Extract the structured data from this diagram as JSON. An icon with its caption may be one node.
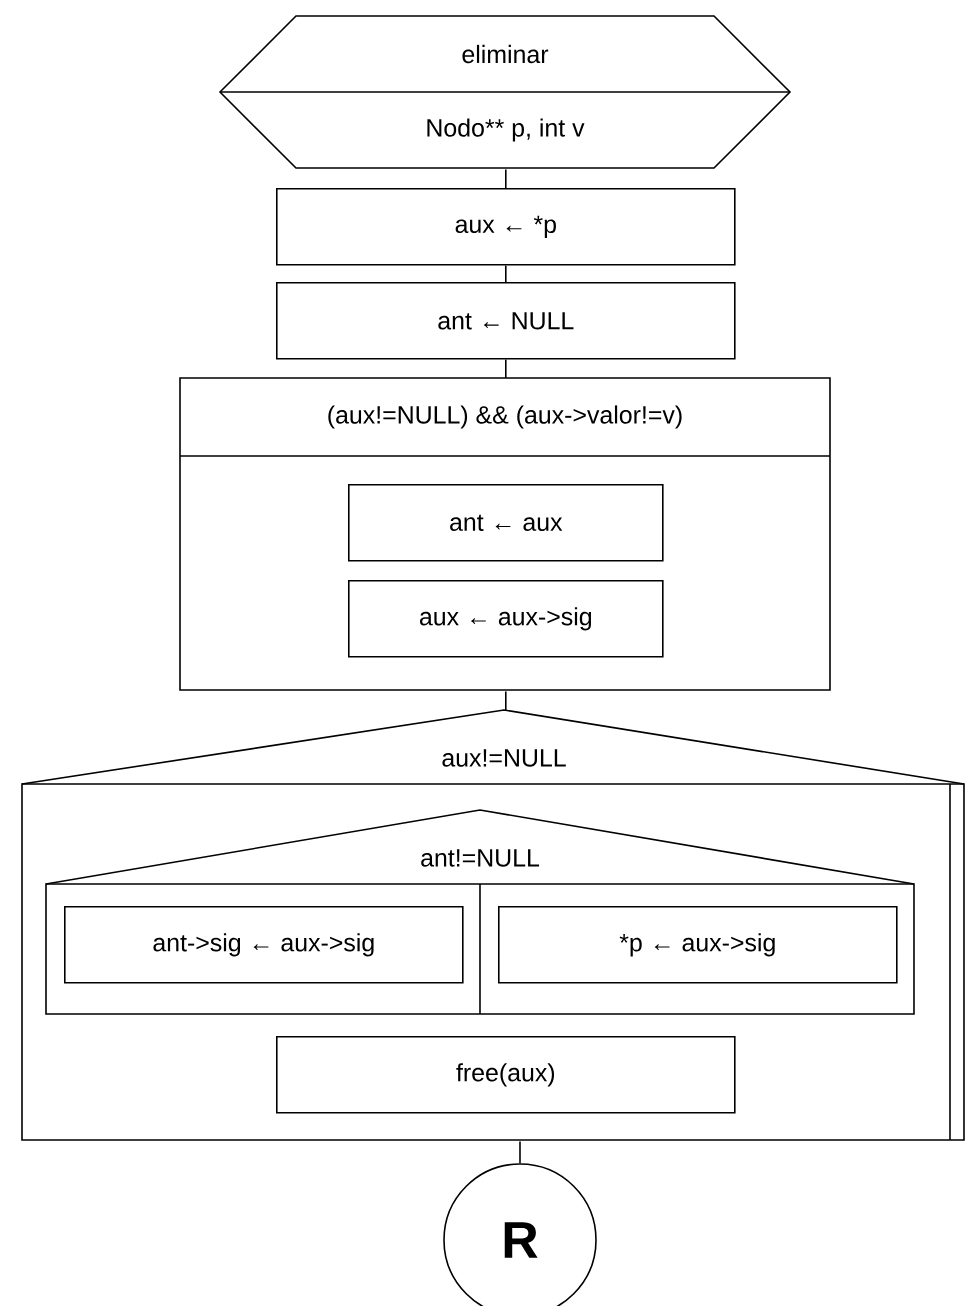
{
  "diagram": {
    "nodes": [
      {
        "text": [
          "eliminar",
          "Nodo** p, int v"
        ]
      },
      {
        "text": [
          "aux ← *p"
        ]
      },
      {
        "text": [
          "ant ← NULL"
        ]
      },
      {
        "text": [
          "(aux!=NULL) && (aux->valor!=v)"
        ]
      },
      {
        "text": [
          "ant ← aux"
        ],
        "in": 3
      },
      {
        "text": [
          "aux ← aux->sig"
        ],
        "in": 3
      },
      {
        "text": [
          "aux!=NULL"
        ]
      },
      {
        "text": [
          "ant!=NULL"
        ],
        "in": 6
      },
      {
        "text": [
          "ant->sig ← aux->sig"
        ],
        "in": 7
      },
      {
        "text": [
          "*p ← aux->sig"
        ],
        "in": 7
      },
      {
        "text": [
          "free(aux)"
        ],
        "in": 6
      },
      {
        "text": [
          "R"
        ]
      }
    ],
    "edges": [
      {
        "from": 0,
        "to": 1,
        "arrow": "none"
      },
      {
        "from": 1,
        "to": 2,
        "arrow": "none"
      },
      {
        "from": 2,
        "to": 3,
        "arrow": "none"
      },
      {
        "from": 3,
        "to": 6,
        "arrow": "none"
      },
      {
        "from": 6,
        "to": 11,
        "arrow": "none"
      }
    ]
  }
}
